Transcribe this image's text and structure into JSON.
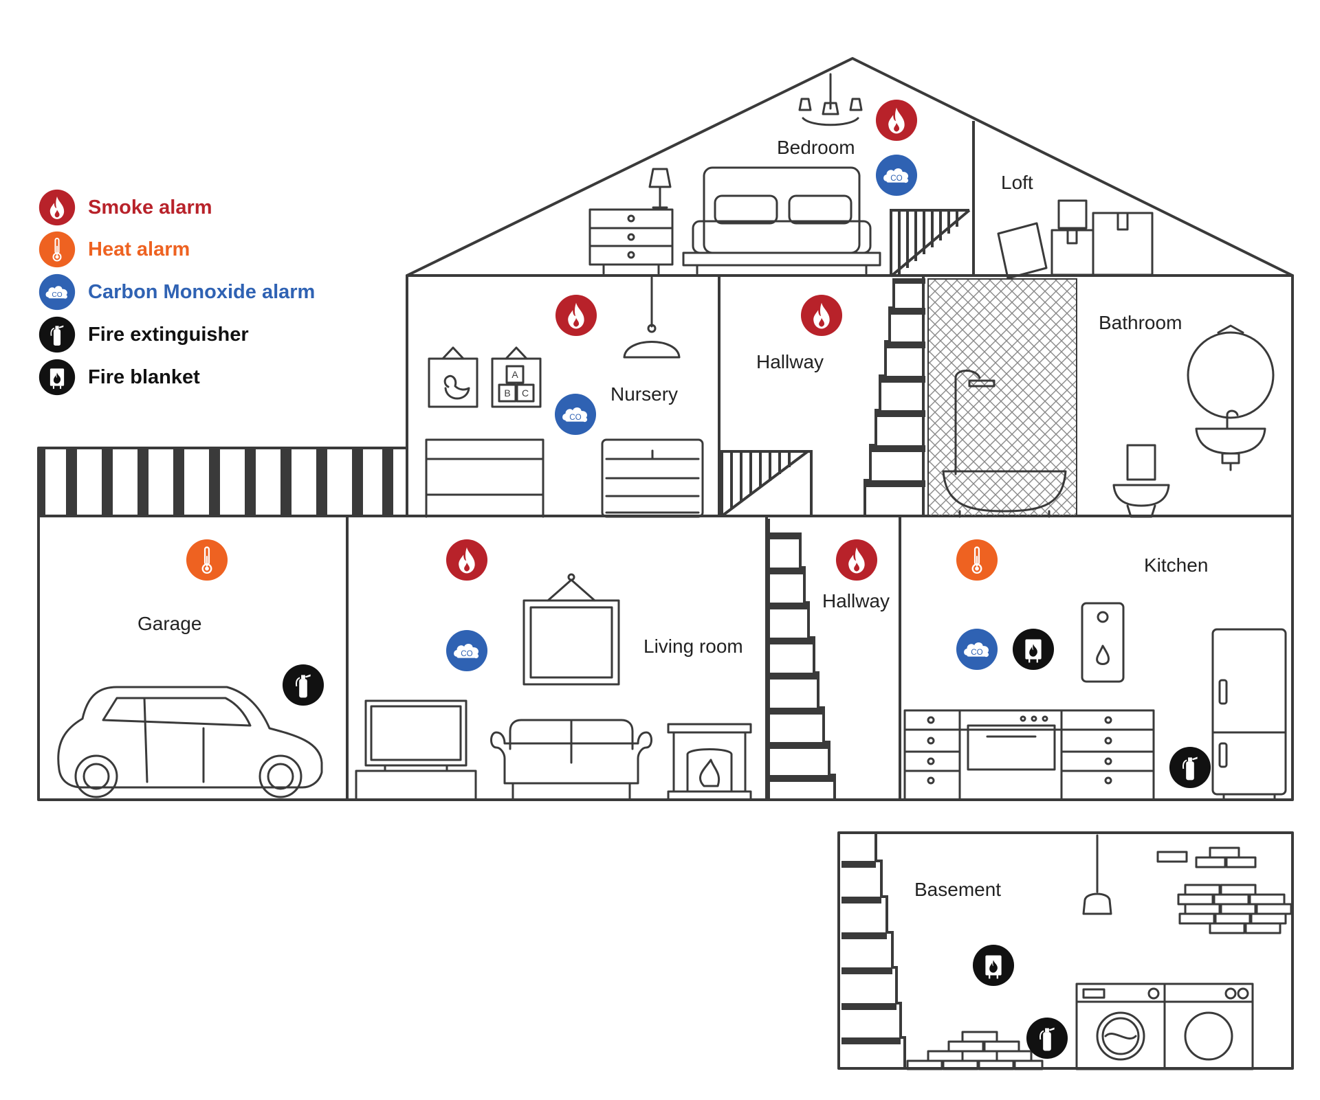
{
  "colors": {
    "smoke": "#b8222a",
    "heat": "#ee6221",
    "co": "#2f62b3",
    "black": "#111111",
    "line": "#3a3a3a"
  },
  "legend": {
    "smoke": "Smoke alarm",
    "heat": "Heat alarm",
    "co": "Carbon Monoxide alarm",
    "extinguisher": "Fire extinguisher",
    "blanket": "Fire blanket"
  },
  "rooms": {
    "bedroom": "Bedroom",
    "loft": "Loft",
    "nursery": "Nursery",
    "hallway_upper": "Hallway",
    "bathroom": "Bathroom",
    "garage": "Garage",
    "living_room": "Living room",
    "hallway_lower": "Hallway",
    "kitchen": "Kitchen",
    "basement": "Basement"
  },
  "icons": {
    "smoke": "flame-icon",
    "heat": "thermometer-icon",
    "co": "co-cloud-icon",
    "extinguisher": "fire-extinguisher-icon",
    "blanket": "fire-blanket-icon"
  },
  "blocks": {
    "abc": [
      "A",
      "B",
      "C"
    ]
  }
}
